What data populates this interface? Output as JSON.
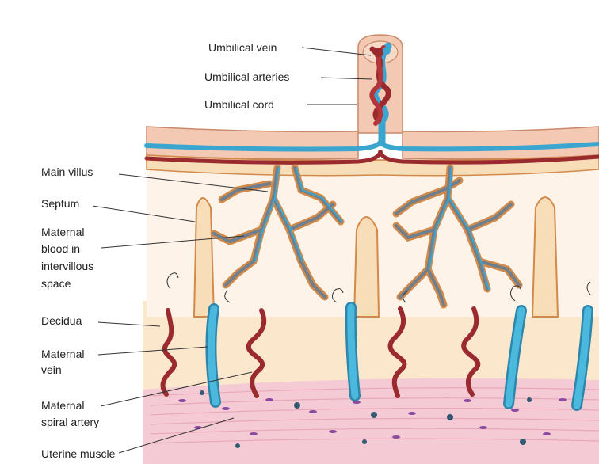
{
  "labels": {
    "umbilical_vein": "Umbilical vein",
    "umbilical_arteries": "Umbilical arteries",
    "umbilical_cord": "Umbilical cord",
    "main_villus": "Main villus",
    "septum": "Septum",
    "maternal_blood_line1": "Maternal",
    "maternal_blood_line2": "blood in",
    "maternal_blood_line3": "intervillous",
    "maternal_blood_line4": "space",
    "decidua": "Decidua",
    "maternal_vein_line1": "Maternal",
    "maternal_vein_line2": "vein",
    "spiral_artery_line1": "Maternal",
    "spiral_artery_line2": "spiral artery",
    "uterine_muscle": "Uterine muscle"
  },
  "colors": {
    "vein_blue": "#3aa6cf",
    "artery_red": "#9b2a2e",
    "decidua": "#fbe7cb",
    "septum": "#f8ddb9",
    "outline": "#d18a4a",
    "muscle": "#f4cbd5",
    "cord": "#f3c9b3"
  }
}
